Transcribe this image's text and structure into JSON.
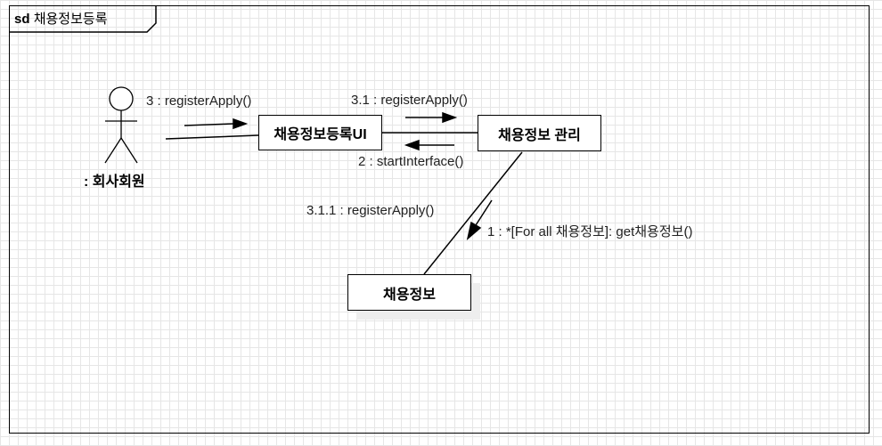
{
  "frame": {
    "keyword": "sd",
    "name": "채용정보등록"
  },
  "actor": {
    "name": ": 회사회원"
  },
  "objects": {
    "ui": "채용정보등록UI",
    "manager": "채용정보 관리",
    "entity": "채용정보"
  },
  "messages": {
    "m3": "3 : registerApply()",
    "m31": "3.1 : registerApply()",
    "m2": "2 : startInterface()",
    "m311": "3.1.1 : registerApply()",
    "m1": "1 : *[For all 채용정보]: get채용정보()"
  }
}
